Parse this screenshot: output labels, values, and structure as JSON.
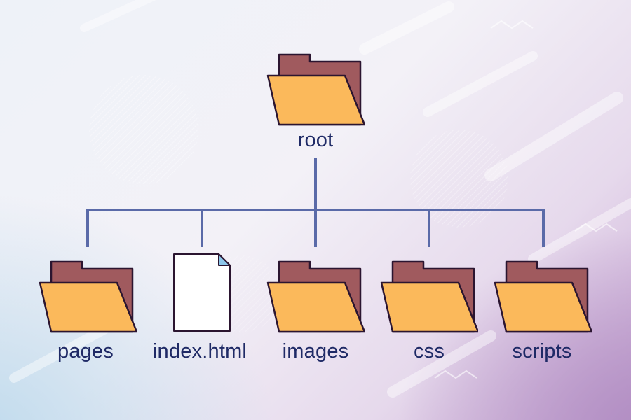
{
  "colors": {
    "folder_front": "#fbb95b",
    "folder_back": "#a05a5e",
    "outline": "#2b1530",
    "connector": "#5a6aa8",
    "label": "#1f2a66",
    "file_fill": "#ffffff",
    "file_corner": "#8cc6ea"
  },
  "root": {
    "label": "root",
    "icon": "folder-icon"
  },
  "children": [
    {
      "label": "pages",
      "icon": "folder-icon"
    },
    {
      "label": "index.html",
      "icon": "file-icon"
    },
    {
      "label": "images",
      "icon": "folder-icon"
    },
    {
      "label": "css",
      "icon": "folder-icon"
    },
    {
      "label": "scripts",
      "icon": "folder-icon"
    }
  ]
}
